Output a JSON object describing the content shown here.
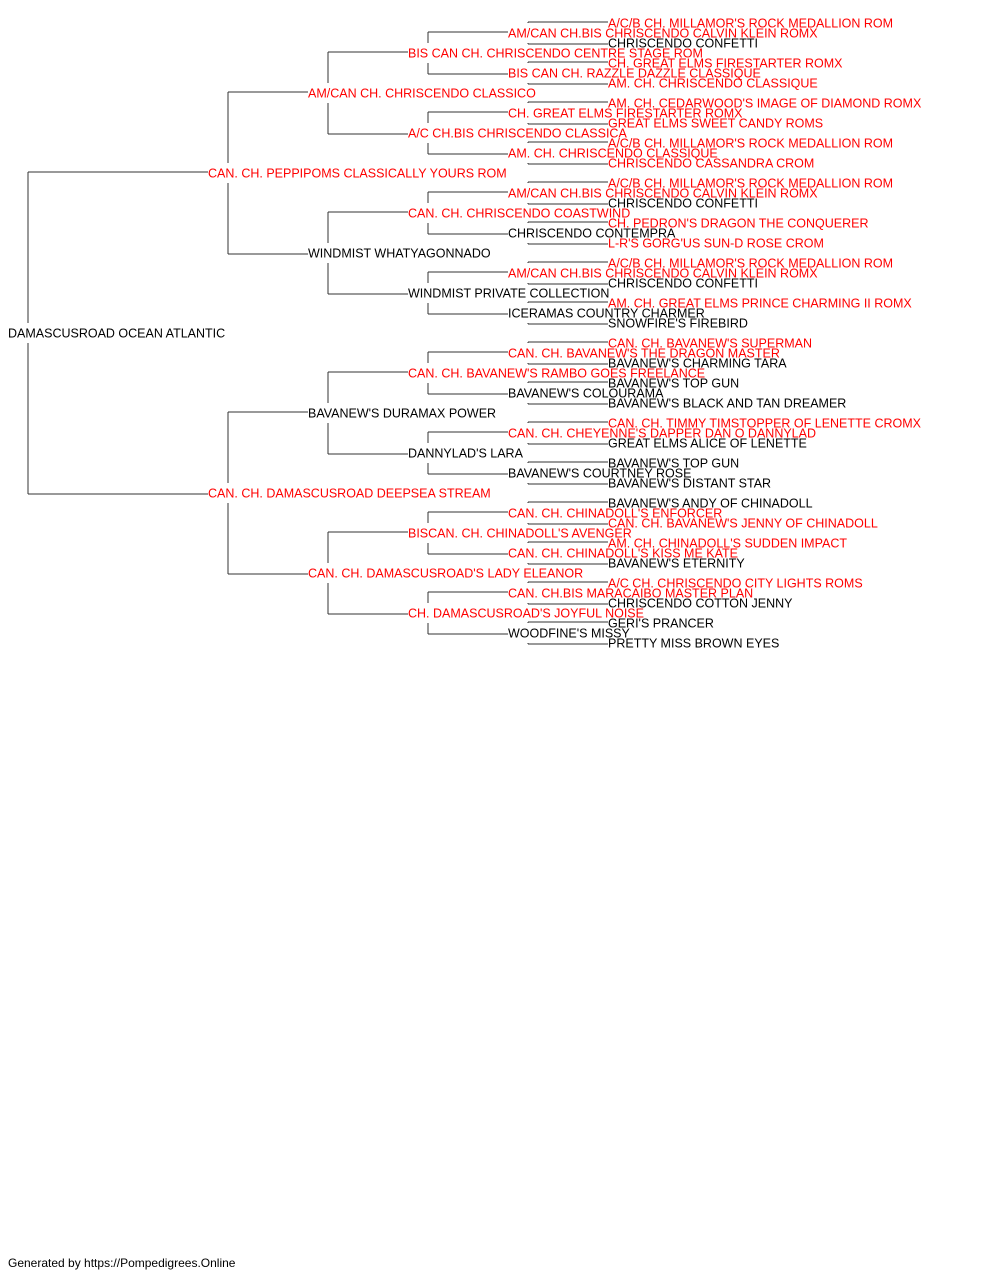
{
  "colors": {
    "champion": "#ff0000",
    "normal": "#000000",
    "line": "#333333"
  },
  "pedigree": [
    {
      "name": "DAMASCUSROAD OCEAN ATLANTIC",
      "champion": false
    },
    {
      "name": "CAN. CH. PEPPIPOMS CLASSICALLY YOURS ROM",
      "champion": true
    },
    {
      "name": "CAN. CH. DAMASCUSROAD DEEPSEA STREAM",
      "champion": true
    },
    {
      "name": "AM/CAN CH. CHRISCENDO CLASSICO",
      "champion": true
    },
    {
      "name": "WINDMIST WHATYAGONNADO",
      "champion": false
    },
    {
      "name": "BAVANEW'S DURAMAX POWER",
      "champion": false
    },
    {
      "name": "CAN. CH. DAMASCUSROAD'S LADY ELEANOR",
      "champion": true
    },
    {
      "name": "BIS CAN CH. CHRISCENDO CENTRE STAGE ROM",
      "champion": true
    },
    {
      "name": "A/C CH.BIS CHRISCENDO CLASSICA",
      "champion": true
    },
    {
      "name": "CAN. CH. CHRISCENDO COASTWIND",
      "champion": true
    },
    {
      "name": "WINDMIST PRIVATE COLLECTION",
      "champion": false
    },
    {
      "name": "CAN. CH. BAVANEW'S RAMBO GOES FREELANCE",
      "champion": true
    },
    {
      "name": "DANNYLAD'S LARA",
      "champion": false
    },
    {
      "name": "BISCAN. CH. CHINADOLL'S AVENGER",
      "champion": true
    },
    {
      "name": "CH. DAMASCUSROAD'S JOYFUL NOISE",
      "champion": true
    },
    {
      "name": "AM/CAN CH.BIS CHRISCENDO CALVIN KLEIN ROMX",
      "champion": true
    },
    {
      "name": "BIS CAN CH. RAZZLE DAZZLE CLASSIQUE",
      "champion": true
    },
    {
      "name": "CH. GREAT ELMS FIRESTARTER ROMX",
      "champion": true
    },
    {
      "name": "AM. CH. CHRISCENDO CLASSIQUE",
      "champion": true
    },
    {
      "name": "AM/CAN CH.BIS CHRISCENDO CALVIN KLEIN ROMX",
      "champion": true
    },
    {
      "name": "CHRISCENDO CONTEMPRA",
      "champion": false
    },
    {
      "name": "AM/CAN CH.BIS CHRISCENDO CALVIN KLEIN ROMX",
      "champion": true
    },
    {
      "name": "ICERAMAS COUNTRY CHARMER",
      "champion": false
    },
    {
      "name": "CAN. CH. BAVANEW'S THE DRAGON MASTER",
      "champion": true
    },
    {
      "name": "BAVANEW'S COLOURAMA",
      "champion": false
    },
    {
      "name": "CAN. CH. CHEYENNE'S DAPPER DAN O DANNYLAD",
      "champion": true
    },
    {
      "name": "BAVANEW'S COURTNEY ROSE",
      "champion": false
    },
    {
      "name": "CAN. CH. CHINADOLL'S ENFORCER",
      "champion": true
    },
    {
      "name": "CAN. CH. CHINADOLL'S KISS ME KATE",
      "champion": true
    },
    {
      "name": "CAN. CH.BIS MARACAIBO MASTER PLAN",
      "champion": true
    },
    {
      "name": "WOODFINE'S MISSY",
      "champion": false
    },
    {
      "name": "A/C/B CH. MILLAMOR'S ROCK MEDALLION ROM",
      "champion": true
    },
    {
      "name": "CHRISCENDO CONFETTI",
      "champion": false
    },
    {
      "name": "CH. GREAT ELMS FIRESTARTER ROMX",
      "champion": true
    },
    {
      "name": "AM. CH. CHRISCENDO CLASSIQUE",
      "champion": true
    },
    {
      "name": "AM. CH. CEDARWOOD'S IMAGE OF DIAMOND ROMX",
      "champion": true
    },
    {
      "name": "GREAT ELMS SWEET CANDY ROMS",
      "champion": true
    },
    {
      "name": "A/C/B CH. MILLAMOR'S ROCK MEDALLION ROM",
      "champion": true
    },
    {
      "name": "CHRISCENDO CASSANDRA CROM",
      "champion": true
    },
    {
      "name": "A/C/B CH. MILLAMOR'S ROCK MEDALLION ROM",
      "champion": true
    },
    {
      "name": "CHRISCENDO CONFETTI",
      "champion": false
    },
    {
      "name": "CH. PEDRON'S DRAGON THE CONQUERER",
      "champion": true
    },
    {
      "name": "L-R'S GORG'US SUN-D ROSE CROM",
      "champion": true
    },
    {
      "name": "A/C/B CH. MILLAMOR'S ROCK MEDALLION ROM",
      "champion": true
    },
    {
      "name": "CHRISCENDO CONFETTI",
      "champion": false
    },
    {
      "name": "AM. CH. GREAT ELMS PRINCE CHARMING II ROMX",
      "champion": true
    },
    {
      "name": "SNOWFIRE'S FIREBIRD",
      "champion": false
    },
    {
      "name": "CAN. CH. BAVANEW'S SUPERMAN",
      "champion": true
    },
    {
      "name": "BAVANEW'S CHARMING TARA",
      "champion": false
    },
    {
      "name": "BAVANEW'S TOP GUN",
      "champion": false
    },
    {
      "name": "BAVANEW'S BLACK AND TAN DREAMER",
      "champion": false
    },
    {
      "name": "CAN. CH. TIMMY TIMSTOPPER OF LENETTE CROMX",
      "champion": true
    },
    {
      "name": "GREAT ELMS ALICE OF LENETTE",
      "champion": false
    },
    {
      "name": "BAVANEW'S TOP GUN",
      "champion": false
    },
    {
      "name": "BAVANEW'S DISTANT STAR",
      "champion": false
    },
    {
      "name": "BAVANEW'S ANDY OF CHINADOLL",
      "champion": false
    },
    {
      "name": "CAN. CH. BAVANEW'S JENNY OF CHINADOLL",
      "champion": true
    },
    {
      "name": "AM. CH. CHINADOLL'S SUDDEN IMPACT",
      "champion": true
    },
    {
      "name": "BAVANEW'S ETERNITY",
      "champion": false
    },
    {
      "name": "A/C CH. CHRISCENDO CITY LIGHTS ROMS",
      "champion": true
    },
    {
      "name": "CHRISCENDO COTTON JENNY",
      "champion": false
    },
    {
      "name": "GERI'S PRANCER",
      "champion": false
    },
    {
      "name": "PRETTY MISS BROWN EYES",
      "champion": false
    }
  ],
  "footer": "Generated by https://Pompedigrees.Online"
}
